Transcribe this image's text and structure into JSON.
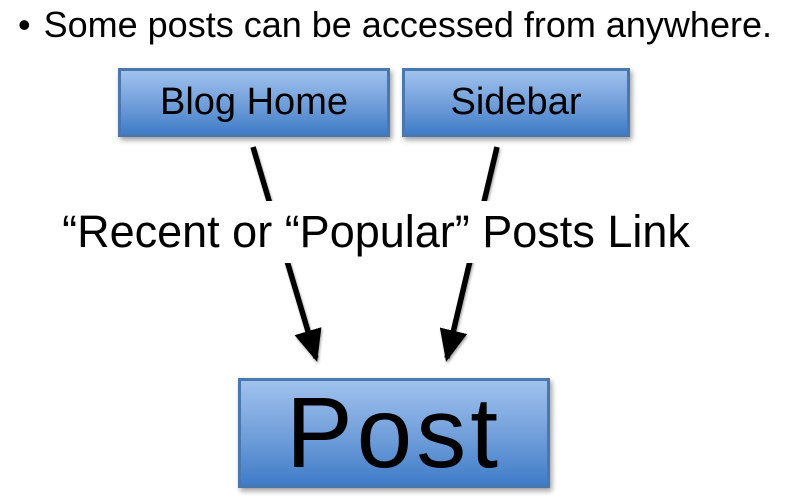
{
  "slide": {
    "bullet": {
      "glyph": "•",
      "text": "Some posts can be accessed from anywhere."
    },
    "diagram": {
      "nodes": {
        "blog_home": {
          "label": "Blog Home"
        },
        "sidebar": {
          "label": "Sidebar"
        },
        "post": {
          "label": "Post"
        }
      },
      "edge_label": "“Recent or “Popular” Posts Link",
      "arrows": [
        {
          "from": "blog_home",
          "to": "post"
        },
        {
          "from": "sidebar",
          "to": "post"
        }
      ],
      "colors": {
        "node_fill_top": "#a0c2ee",
        "node_fill_bottom": "#3f7cc8",
        "node_border": "#4a77ae",
        "arrow": "#000000",
        "text": "#000000",
        "background": "#ffffff"
      }
    }
  }
}
